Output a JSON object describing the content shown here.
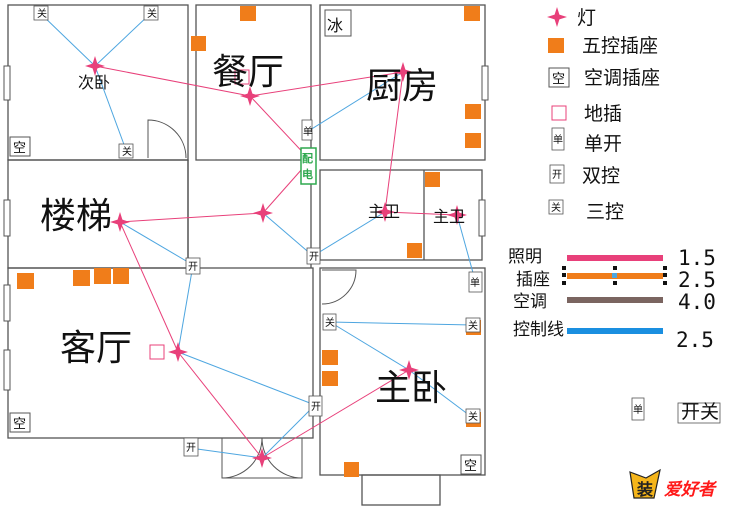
{
  "rooms": {
    "second_bedroom": "次卧",
    "dining": "餐厅",
    "kitchen": "厨房",
    "stairs": "楼梯",
    "living": "客厅",
    "master": "主卧",
    "bath_left": "主卫",
    "bath_right": "主卫",
    "fridge": "冰",
    "distribution_box": "配电"
  },
  "symbols": {
    "ac": "空",
    "switch_single": "单",
    "switch_double": "开",
    "switch_triple": "关"
  },
  "legend": {
    "light": "灯",
    "five_socket": "五控插座",
    "ac_socket": "空调插座",
    "floor_socket": "地插",
    "single_switch": "单开",
    "double_switch": "双控",
    "triple_switch": "三控",
    "switch_label": "开关"
  },
  "wires": [
    {
      "label": "照明",
      "value": "1.5",
      "color": "#e8407a"
    },
    {
      "label": "插座",
      "value": "2.5",
      "color": "#f07d1a"
    },
    {
      "label": "空调",
      "value": "4.0",
      "color": "#7a6560"
    },
    {
      "label": "控制线",
      "value": "2.5",
      "color": "#1a8fe0"
    }
  ],
  "colors": {
    "light_star": "#e8407a",
    "socket": "#f07d1a",
    "wall": "#555555",
    "pink_line": "#e8407a",
    "blue_line": "#4ea6e0",
    "distribution": "#2ea84e"
  },
  "logo": {
    "brand_mark": "装",
    "brand_text": "爱好者"
  }
}
